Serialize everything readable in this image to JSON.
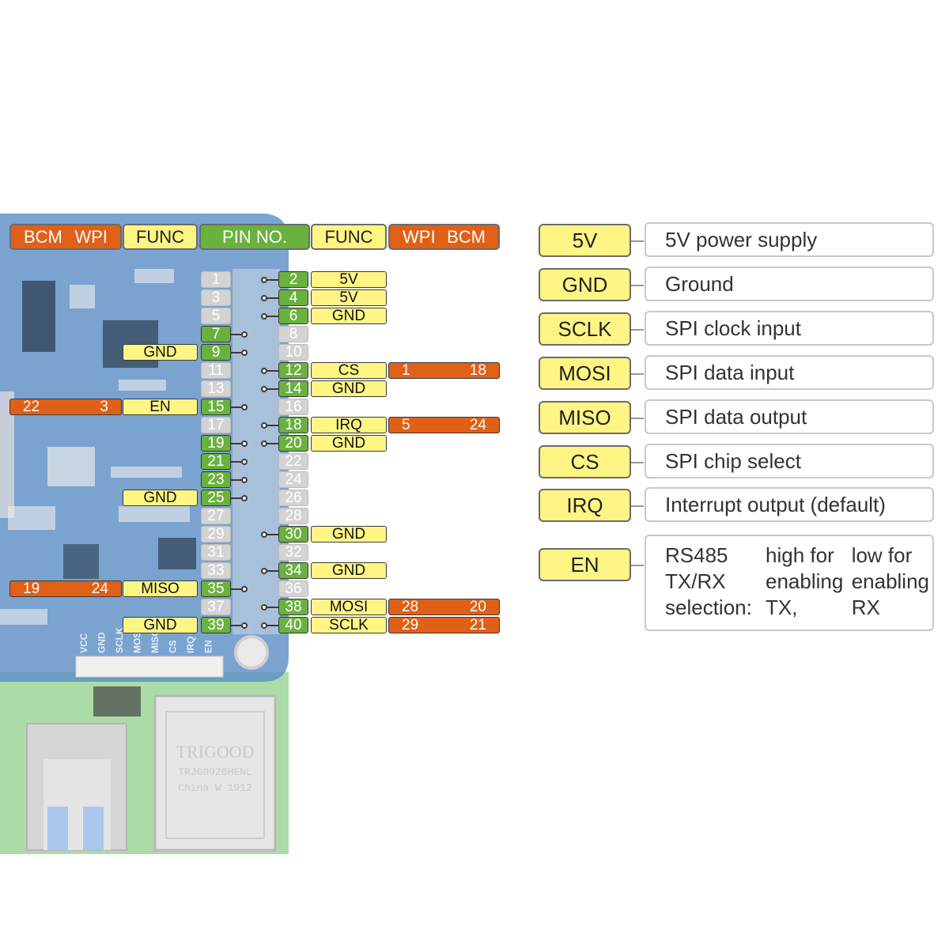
{
  "header": {
    "left": {
      "bcm": "BCM",
      "wpi": "WPI",
      "func": "FUNC"
    },
    "center": "PIN NO.",
    "right": {
      "func": "FUNC",
      "wpi": "WPI",
      "bcm": "BCM"
    }
  },
  "colors": {
    "orange": "#e06018",
    "yellow": "#fff585",
    "green": "#6ab23e",
    "grey": "#d3d3d3"
  },
  "pins": [
    {
      "row": 0,
      "odd": {
        "num": "1",
        "active": false
      },
      "even": {
        "num": "2",
        "active": true,
        "func": "5V"
      }
    },
    {
      "row": 1,
      "odd": {
        "num": "3",
        "active": false
      },
      "even": {
        "num": "4",
        "active": true,
        "func": "5V"
      }
    },
    {
      "row": 2,
      "odd": {
        "num": "5",
        "active": false
      },
      "even": {
        "num": "6",
        "active": true,
        "func": "GND"
      }
    },
    {
      "row": 3,
      "odd": {
        "num": "7",
        "active": true
      },
      "even": {
        "num": "8",
        "active": false
      }
    },
    {
      "row": 4,
      "odd": {
        "num": "9",
        "active": true,
        "func": "GND"
      },
      "even": {
        "num": "10",
        "active": false
      }
    },
    {
      "row": 5,
      "odd": {
        "num": "11",
        "active": false
      },
      "even": {
        "num": "12",
        "active": true,
        "func": "CS",
        "wpi": "1",
        "bcm": "18"
      }
    },
    {
      "row": 6,
      "odd": {
        "num": "13",
        "active": false
      },
      "even": {
        "num": "14",
        "active": true,
        "func": "GND"
      }
    },
    {
      "row": 7,
      "odd": {
        "num": "15",
        "active": true,
        "func": "EN",
        "wpi": "3",
        "bcm": "22"
      },
      "even": {
        "num": "16",
        "active": false
      }
    },
    {
      "row": 8,
      "odd": {
        "num": "17",
        "active": false
      },
      "even": {
        "num": "18",
        "active": true,
        "func": "IRQ",
        "wpi": "5",
        "bcm": "24"
      }
    },
    {
      "row": 9,
      "odd": {
        "num": "19",
        "active": true
      },
      "even": {
        "num": "20",
        "active": true,
        "func": "GND"
      }
    },
    {
      "row": 10,
      "odd": {
        "num": "21",
        "active": true
      },
      "even": {
        "num": "22",
        "active": false
      }
    },
    {
      "row": 11,
      "odd": {
        "num": "23",
        "active": true
      },
      "even": {
        "num": "24",
        "active": false
      }
    },
    {
      "row": 12,
      "odd": {
        "num": "25",
        "active": true,
        "func": "GND"
      },
      "even": {
        "num": "26",
        "active": false
      }
    },
    {
      "row": 13,
      "odd": {
        "num": "27",
        "active": false
      },
      "even": {
        "num": "28",
        "active": false
      }
    },
    {
      "row": 14,
      "odd": {
        "num": "29",
        "active": false
      },
      "even": {
        "num": "30",
        "active": true,
        "func": "GND"
      }
    },
    {
      "row": 15,
      "odd": {
        "num": "31",
        "active": false
      },
      "even": {
        "num": "32",
        "active": false
      }
    },
    {
      "row": 16,
      "odd": {
        "num": "33",
        "active": false
      },
      "even": {
        "num": "34",
        "active": true,
        "func": "GND"
      }
    },
    {
      "row": 17,
      "odd": {
        "num": "35",
        "active": true,
        "func": "MISO",
        "wpi": "24",
        "bcm": "19"
      },
      "even": {
        "num": "36",
        "active": false
      }
    },
    {
      "row": 18,
      "odd": {
        "num": "37",
        "active": false
      },
      "even": {
        "num": "38",
        "active": true,
        "func": "MOSI",
        "wpi": "28",
        "bcm": "20"
      }
    },
    {
      "row": 19,
      "odd": {
        "num": "39",
        "active": true,
        "func": "GND"
      },
      "even": {
        "num": "40",
        "active": true,
        "func": "SCLK",
        "wpi": "29",
        "bcm": "21"
      }
    }
  ],
  "legend": [
    {
      "key": "5V",
      "desc": [
        "5V power supply"
      ]
    },
    {
      "key": "GND",
      "desc": [
        "Ground"
      ]
    },
    {
      "key": "SCLK",
      "desc": [
        "SPI clock input"
      ]
    },
    {
      "key": "MOSI",
      "desc": [
        "SPI data input"
      ]
    },
    {
      "key": "MISO",
      "desc": [
        "SPI data output"
      ]
    },
    {
      "key": "CS",
      "desc": [
        "SPI chip select"
      ]
    },
    {
      "key": "IRQ",
      "desc": [
        "Interrupt output (default)"
      ]
    },
    {
      "key": "EN",
      "desc": [
        "RS485 TX/RX selection:",
        "high for enabling TX,",
        "low for enabling RX"
      ]
    }
  ],
  "board": {
    "silkscreen": [
      "VCC",
      "GND",
      "SCLK",
      "MOSI",
      "MISO",
      "CS",
      "IRQ",
      "EN"
    ],
    "chip_text": [
      "TRIGOOD",
      "TRJG0926HENL",
      "China W 1912"
    ]
  }
}
